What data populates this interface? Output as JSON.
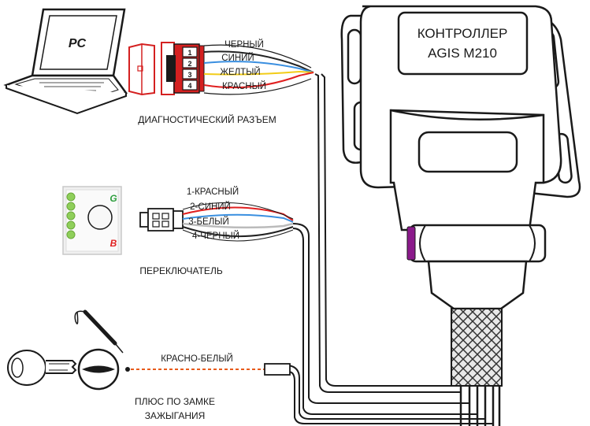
{
  "controller": {
    "title_line1": "КОНТРОЛЛЕР",
    "title_line2": "AGIS M210"
  },
  "laptop": {
    "screen_text": "PC"
  },
  "diagnostic_connector": {
    "label": "ДИАГНОСТИЧЕСКИЙ РАЗЪЕМ",
    "pins": [
      "1",
      "2",
      "3",
      "4"
    ],
    "wires": [
      {
        "label": "ЧЕРНЫЙ",
        "color": "#222222"
      },
      {
        "label": "СИНИЙ",
        "color": "#3a8fe0"
      },
      {
        "label": "ЖЕЛТЫЙ",
        "color": "#f2cc18"
      },
      {
        "label": "КРАСНЫЙ",
        "color": "#e02020"
      }
    ]
  },
  "switch": {
    "label": "ПЕРЕКЛЮЧАТЕЛЬ",
    "letter_gas": "G",
    "letter_petrol": "B",
    "gas_color": "#2e9e3e",
    "petrol_color": "#e02020",
    "led_color": "#8fcf5a",
    "wires": [
      {
        "label": "1-КРАСНЫЙ",
        "color": "#e02020"
      },
      {
        "label": "2-СИНИЙ",
        "color": "#3a8fe0"
      },
      {
        "label": "3-БЕЛЫЙ",
        "color": "#bbbbbb"
      },
      {
        "label": "4-ЧЕРНЫЙ",
        "color": "#222222"
      }
    ]
  },
  "ignition": {
    "wire_label": "КРАСНО-БЕЛЫЙ",
    "wire_color": "#e85a1a",
    "label_line1": "ПЛЮС ПО ЗАМКЕ",
    "label_line2": "ЗАЖЫГАНИЯ"
  },
  "icons": [
    "laptop-icon",
    "connector-plug-icon",
    "switch-panel-icon",
    "key-icon",
    "ignition-lock-icon",
    "test-probe-icon"
  ],
  "colors": {
    "outline": "#1a1a1a",
    "controller_fill": "#ffffff",
    "grommet": "#8b1a8b"
  }
}
